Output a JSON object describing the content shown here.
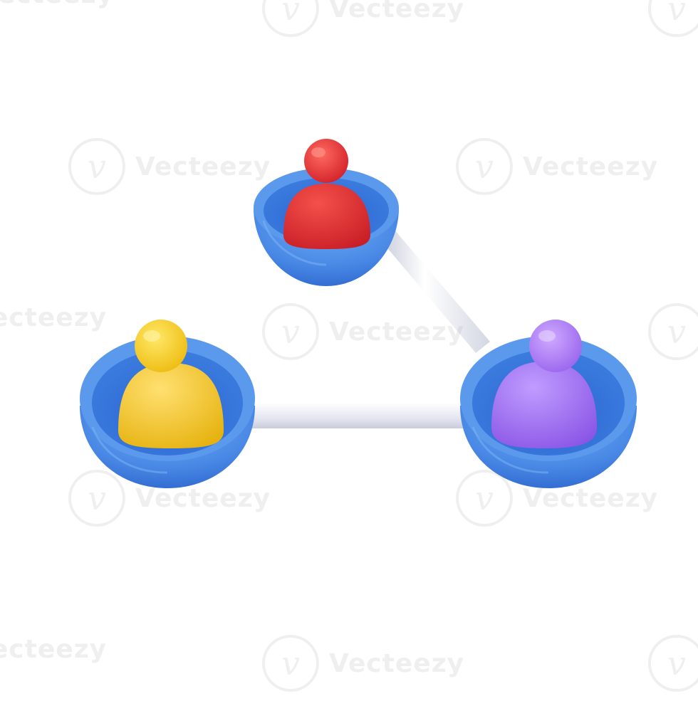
{
  "watermark": {
    "text": "Vecteezy",
    "logo_glyph": "v"
  },
  "illustration": {
    "subject": "network-of-three-people",
    "colors": {
      "bowl": "#4f8fe6",
      "bowl_inner": "#2f6fd6",
      "connector": "#e8e8f0",
      "person_top": "#e6363a",
      "person_left": "#f5cc2a",
      "person_right": "#a56ff0"
    }
  }
}
